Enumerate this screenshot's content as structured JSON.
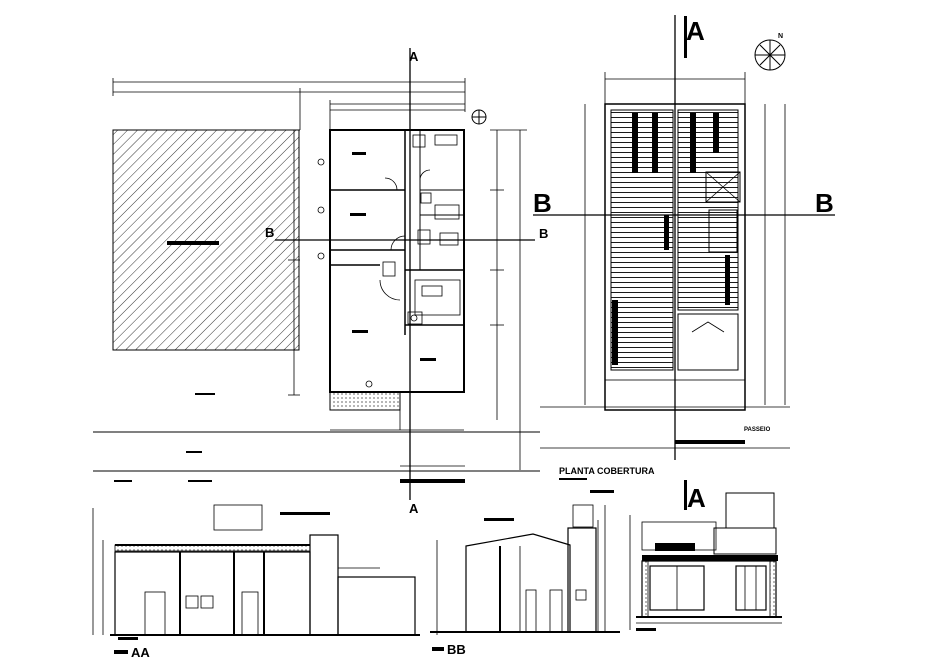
{
  "drawing": {
    "section_marks": {
      "a_top_plan": "A",
      "a_bottom_plan": "A",
      "b_left_plan": "B",
      "b_right_plan": "B",
      "a_top_roof": "A",
      "b_left_roof": "B",
      "b_right_roof": "B",
      "a_bottom_roof": "A"
    },
    "north_label": "N",
    "roof_plan": {
      "title": "PLANTA COBERTURA",
      "sidewalk_label": "PASSEIO"
    },
    "sections": {
      "aa_label": "AA",
      "bb_label": "BB"
    }
  },
  "colors": {
    "line": "#000000",
    "background": "#ffffff"
  }
}
